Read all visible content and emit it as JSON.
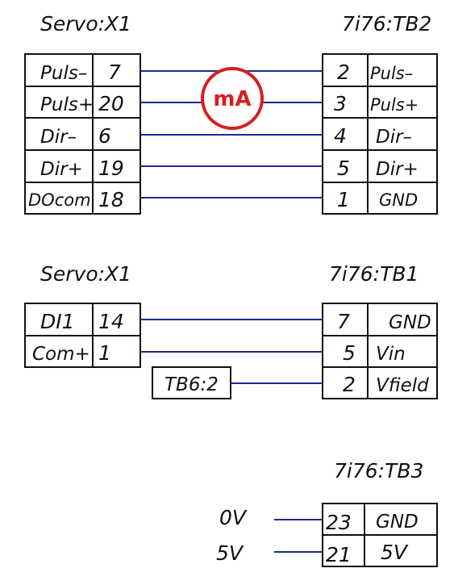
{
  "section1": {
    "left_title": "Servo:X1",
    "right_title": "7i76:TB2",
    "left_rows": [
      {
        "name": "Puls–",
        "pin": "7"
      },
      {
        "name": "Puls+",
        "pin": "20"
      },
      {
        "name": "Dir–",
        "pin": "6"
      },
      {
        "name": "Dir+",
        "pin": "19"
      },
      {
        "name": "DOcom",
        "pin": "18"
      }
    ],
    "right_rows": [
      {
        "pin": "2",
        "name": "Puls–"
      },
      {
        "pin": "3",
        "name": "Puls+"
      },
      {
        "pin": "4",
        "name": "Dir–"
      },
      {
        "pin": "5",
        "name": "Dir+"
      },
      {
        "pin": "1",
        "name": "GND"
      }
    ],
    "meter_label": "mA",
    "meter_color": "#d81e1e"
  },
  "section2": {
    "left_title": "Servo:X1",
    "right_title": "7i76:TB1",
    "left_rows": [
      {
        "name": "DI1",
        "pin": "14"
      },
      {
        "name": "Com+",
        "pin": "1"
      }
    ],
    "right_rows": [
      {
        "pin": "7",
        "name": "GND"
      },
      {
        "pin": "5",
        "name": "Vin"
      },
      {
        "pin": "2",
        "name": "Vfield"
      }
    ],
    "jumper_label": "TB6:2"
  },
  "section3": {
    "right_title": "7i76:TB3",
    "inputs": [
      "0V",
      "5V"
    ],
    "right_rows": [
      {
        "pin": "23",
        "name": "GND"
      },
      {
        "pin": "21",
        "name": "5V"
      }
    ]
  },
  "colors": {
    "wire": "#1c2a8c",
    "lines": "#111111"
  }
}
